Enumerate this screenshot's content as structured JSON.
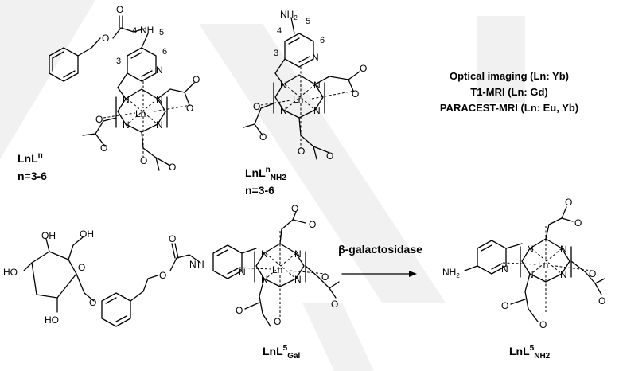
{
  "atoms": {
    "N": "N",
    "O": "O",
    "Ln": "Ln",
    "NH": "NH",
    "H": "H",
    "HO": "HO",
    "OH": "OH"
  },
  "positions": [
    "3",
    "4",
    "5",
    "6"
  ],
  "side_labels": {
    "optical": "Optical imaging  (Ln: Yb)",
    "t1": "T1-MRI (Ln: Gd)",
    "paracest": "PARACEST-MRI (Ln: Eu, Yb)"
  },
  "compounds": {
    "lnln": {
      "main": "LnL",
      "sup": "n",
      "range": "n=3-6"
    },
    "lnln_nh2": {
      "main": "LnL",
      "sup": "n",
      "sub": "NH2",
      "range": "n=3-6"
    },
    "gal": {
      "main": "LnL",
      "sup": "5",
      "sub": "Gal"
    },
    "nh2_product": {
      "main": "LnL",
      "sup": "5",
      "sub": "NH2"
    }
  },
  "reaction": {
    "enzyme": "β-galactosidase"
  },
  "nh2_group": {
    "main": "NH",
    "sub": "2"
  }
}
